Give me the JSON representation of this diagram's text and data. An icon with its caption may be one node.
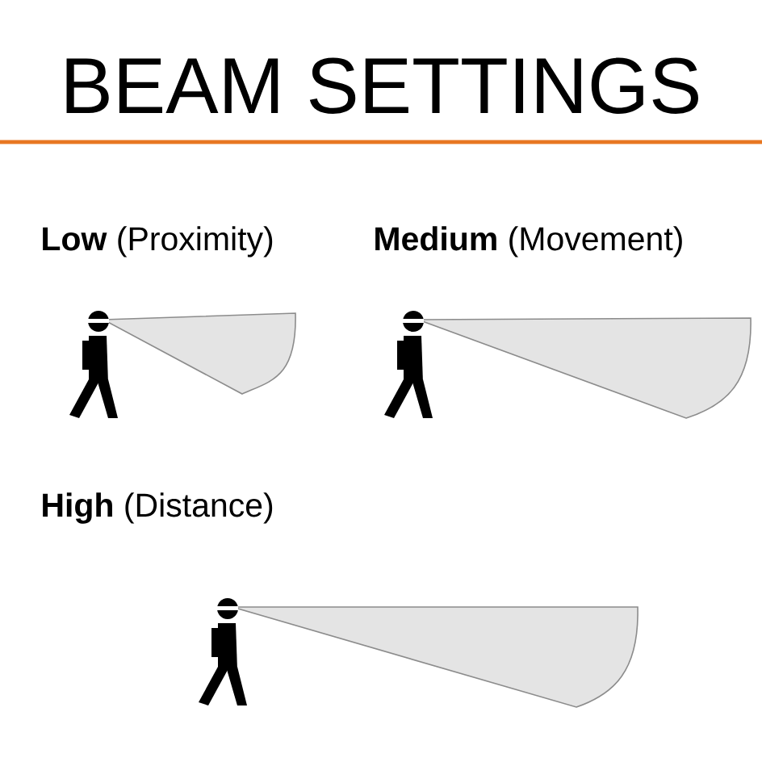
{
  "diagram": {
    "title": "BEAM SETTINGS",
    "labels": [
      "**Low** (Proximity)",
      "**Medium** (Movement)",
      "**High** (Distance)"
    ]
  }
}
